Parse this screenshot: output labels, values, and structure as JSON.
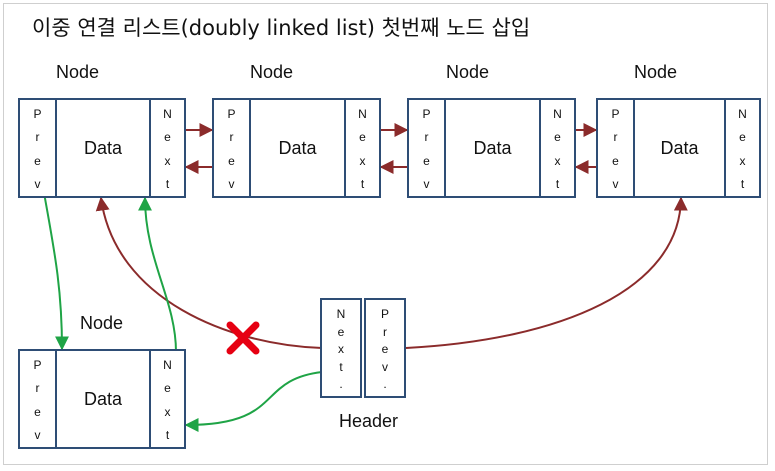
{
  "title": "이중 연결 리스트(doubly linked list) 첫번째 노드 삽입",
  "node_label": "Node",
  "header_label": "Header",
  "field_data": "Data",
  "prev_letters": [
    "P",
    "r",
    "e",
    "v"
  ],
  "next_letters": [
    "N",
    "e",
    "x",
    "t"
  ],
  "header_next_letters": [
    "N",
    "e",
    "x",
    "t",
    "."
  ],
  "header_prev_letters": [
    "P",
    "r",
    "e",
    "v",
    "."
  ],
  "colors": {
    "box_border": "#2e4d75",
    "link_arrow": "#8b2b2b",
    "new_link_arrow": "#1fa446",
    "removed_mark": "#e60012"
  }
}
